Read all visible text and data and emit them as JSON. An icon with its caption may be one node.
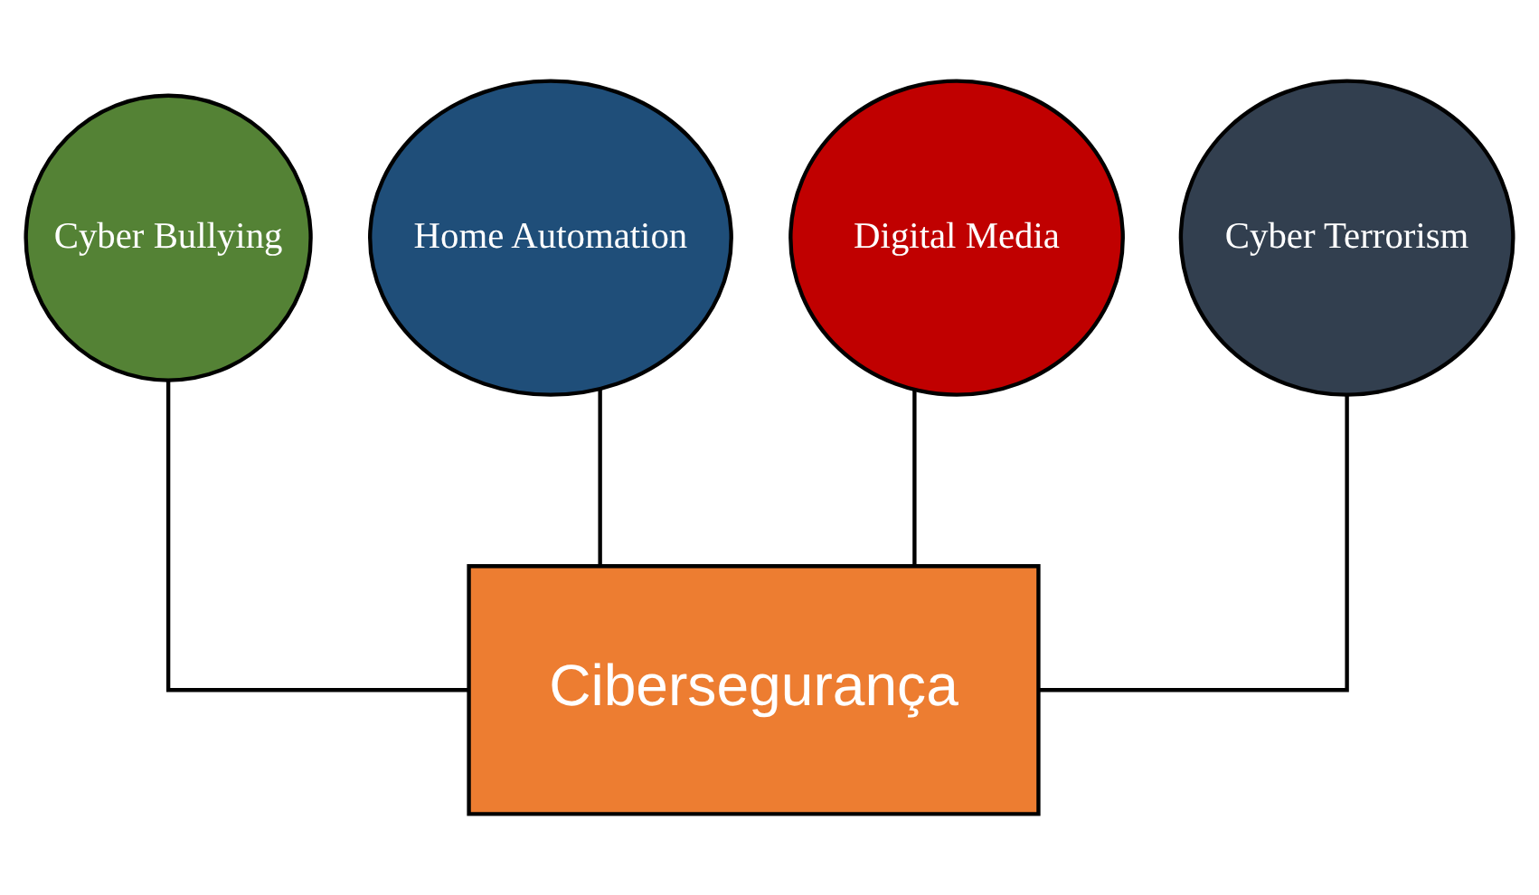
{
  "diagram": {
    "nodes": [
      {
        "text": [
          "Cyber Bullying"
        ]
      },
      {
        "text": [
          "Home Automation"
        ]
      },
      {
        "text": [
          "Digital Media"
        ]
      },
      {
        "text": [
          "Cyber Terrorism"
        ]
      },
      {
        "text": [
          "Cibersegurança"
        ]
      }
    ],
    "edges": [
      {
        "from": 0,
        "to": 4,
        "arrow": "none"
      },
      {
        "from": 1,
        "to": 4,
        "arrow": "none"
      },
      {
        "from": 2,
        "to": 4,
        "arrow": "none"
      },
      {
        "from": 3,
        "to": 4,
        "arrow": "none"
      }
    ]
  }
}
